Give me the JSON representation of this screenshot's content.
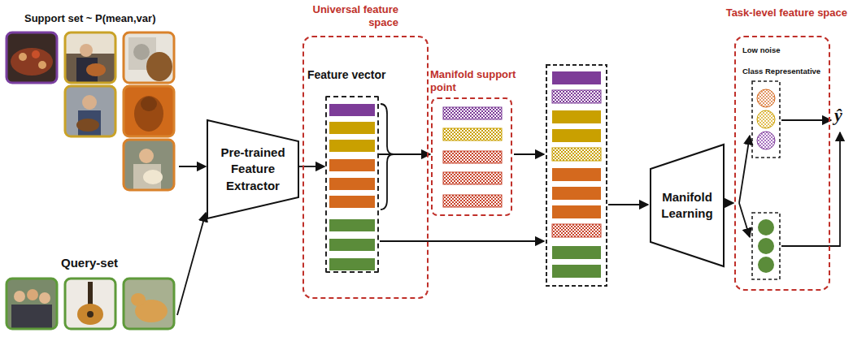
{
  "diagram": {
    "nodes": [
      {
        "text": [
          "Pre-trained Feature Extractor"
        ]
      },
      {
        "text": [
          "Universal feature space"
        ]
      },
      {
        "text": [
          "Feature vector"
        ],
        "in": 1
      },
      {
        "text": [
          "Manifold support point"
        ]
      },
      {
        "text": [
          "Manifold Learning"
        ]
      },
      {
        "text": [
          "Task-level feature space",
          "Low noise",
          "Class Representative"
        ]
      }
    ],
    "edges": [
      {
        "from": 0,
        "to": 2,
        "arrow": "to"
      },
      {
        "from": 2,
        "to": 3,
        "arrow": "to"
      },
      {
        "from": 4,
        "to": 5,
        "arrow": "to"
      }
    ],
    "labels": [
      "Support set ~ P(mean,var)",
      "Query-set",
      "ŷ"
    ]
  }
}
